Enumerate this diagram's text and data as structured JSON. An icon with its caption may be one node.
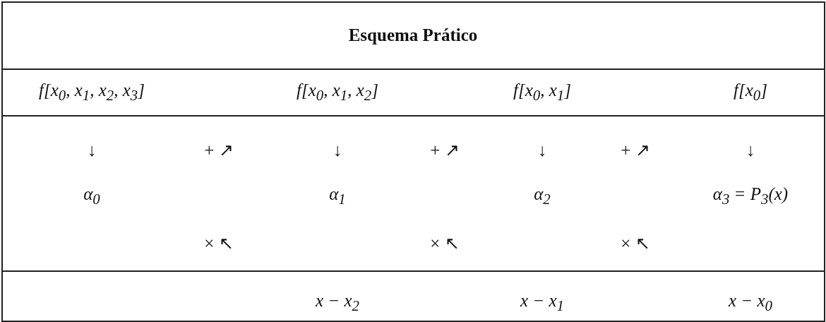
{
  "diagram": {
    "title": "Esquema Prático",
    "labels": [
      "f[x$_{0}$, x$_{1}$, x$_{2}$, x$_{3}$]",
      "f[x$_{0}$, x$_{1}$, x$_{2}$]",
      "f[x$_{0}$, x$_{1}$]",
      "f[x$_{0}$]",
      "↓",
      "+ ↗",
      "↓",
      "+ ↗",
      "↓",
      "+ ↗",
      "↓",
      "α$_{0}$",
      "α$_{1}$",
      "α$_{2}$",
      "α$_{3}$ = P$_{3}$(x)",
      "× ↖",
      "× ↖",
      "× ↖",
      "x − x$_{2}$",
      "x − x$_{1}$",
      "x − x$_{0}$"
    ]
  }
}
